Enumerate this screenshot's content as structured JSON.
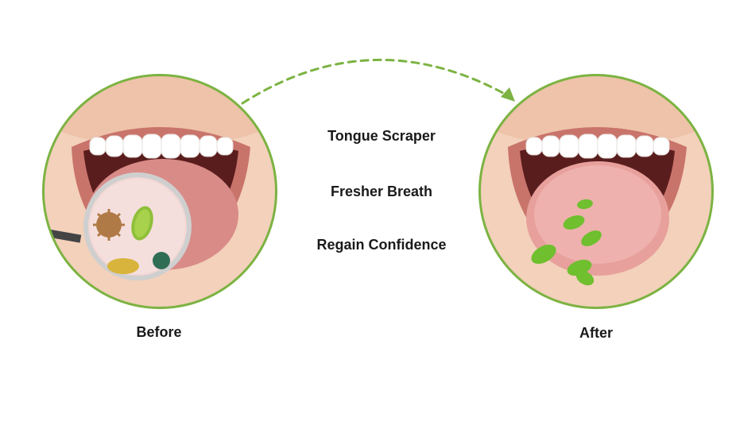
{
  "before": {
    "caption": "Before"
  },
  "after": {
    "caption": "After"
  },
  "benefits": [
    "Tongue Scraper",
    "Fresher Breath",
    "Regain Confidence"
  ],
  "colors": {
    "accent_green": "#7cb342",
    "text": "#1a1a1a"
  }
}
